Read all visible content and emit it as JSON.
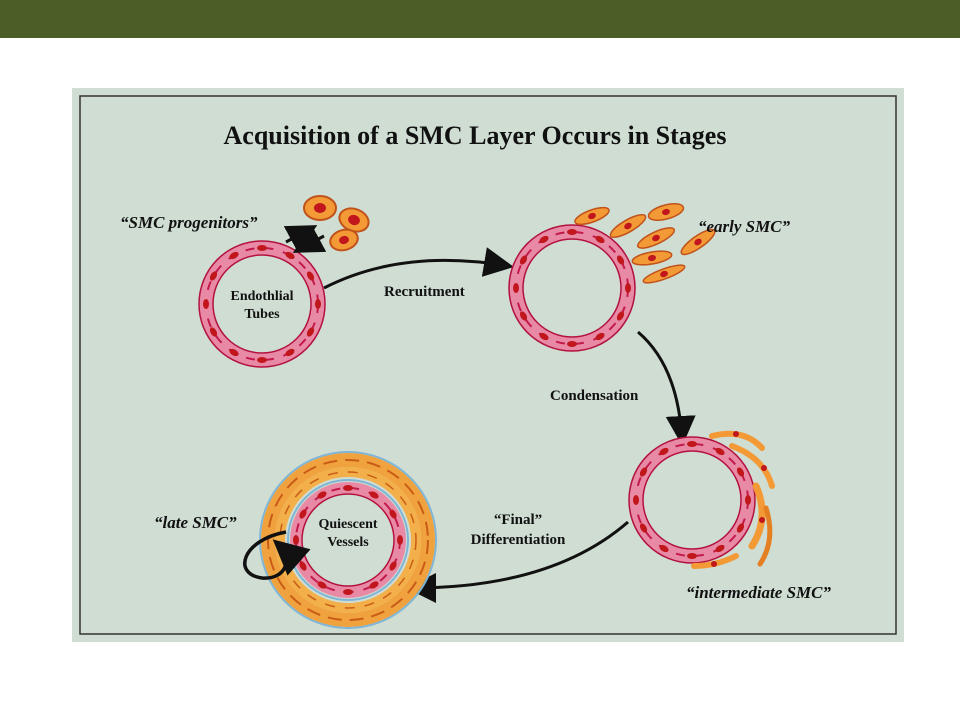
{
  "header": {
    "bar_color": "#4c5e27"
  },
  "figure": {
    "background": "#cfddd3",
    "title": "Acquisition of a SMC Layer Occurs in Stages",
    "labels": {
      "smc_progenitors": "“SMC progenitors”",
      "early_smc": "“early SMC”",
      "intermediate_smc": "“intermediate SMC”",
      "late_smc": "“late SMC”"
    },
    "stages": {
      "stage1_line1": "Endothlial",
      "stage1_line2": "Tubes",
      "stage4_line1": "Quiescent",
      "stage4_line2": "Vessels"
    },
    "steps": {
      "recruitment": "Recruitment",
      "condensation": "Condensation",
      "final_line1": "“Final”",
      "final_line2": "Differentiation"
    }
  }
}
